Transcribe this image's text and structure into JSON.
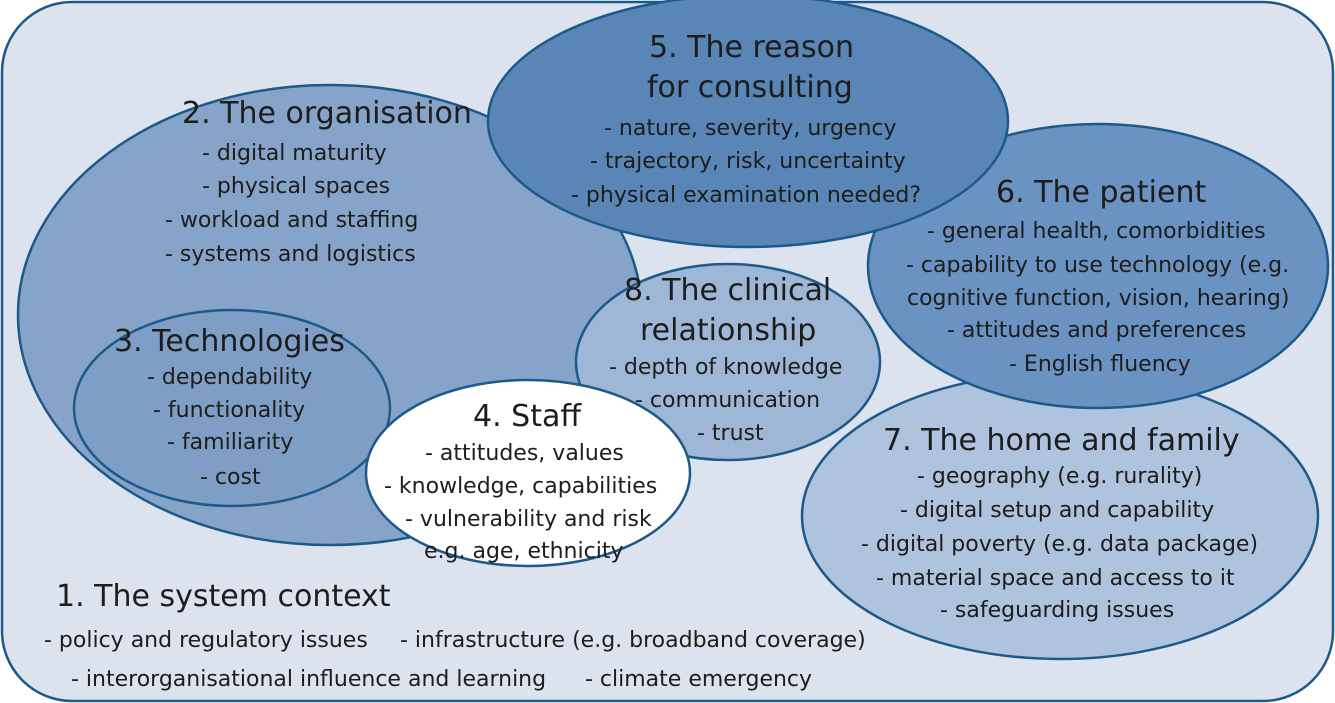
{
  "colors": {
    "outline": "#1b5a8a",
    "context_fill": "#dce2ee",
    "organisation_fill": "#86a4c9",
    "technologies_fill": "#7f9ec6",
    "staff_fill": "#ffffff",
    "clinical_fill": "#9fb7d6",
    "reason_fill": "#5a85b7",
    "patient_fill": "#6a92c2",
    "home_fill": "#aec3de",
    "text": "#1d1d1b"
  },
  "context": {
    "title": "1. The system context",
    "row1": [
      "- policy and regulatory issues",
      "- infrastructure (e.g. broadband coverage)"
    ],
    "row2": [
      "- interorganisational influence and learning",
      "- climate emergency"
    ]
  },
  "organisation": {
    "title": "2. The organisation",
    "items": [
      "- digital maturity",
      "- physical spaces",
      "- workload and staffing",
      "- systems and logistics"
    ]
  },
  "technologies": {
    "title": "3. Technologies",
    "items": [
      "- dependability",
      "- functionality",
      "- familiarity",
      "- cost"
    ]
  },
  "staff": {
    "title": "4. Staff",
    "items": [
      "- attitudes, values",
      "- knowledge, capabilities",
      "- vulnerability and risk",
      "e.g. age, ethnicity"
    ]
  },
  "reason": {
    "title_lines": [
      "5. The reason",
      "for consulting"
    ],
    "items": [
      "- nature, severity, urgency",
      "- trajectory, risk, uncertainty",
      "- physical examination needed?"
    ]
  },
  "patient": {
    "title": "6. The patient",
    "items": [
      "- general health, comorbidities",
      "- capability to use technology (e.g.",
      "cognitive function, vision, hearing)",
      "- attitudes and preferences",
      "- English fluency"
    ]
  },
  "home": {
    "title": "7. The home and family",
    "items": [
      "- geography (e.g. rurality)",
      "- digital setup and capability",
      "- digital poverty (e.g. data package)",
      "- material space and access to it",
      "- safeguarding issues"
    ]
  },
  "clinical": {
    "title_lines": [
      "8. The clinical",
      "relationship"
    ],
    "items": [
      "- depth of knowledge",
      "- communication",
      "- trust"
    ]
  }
}
